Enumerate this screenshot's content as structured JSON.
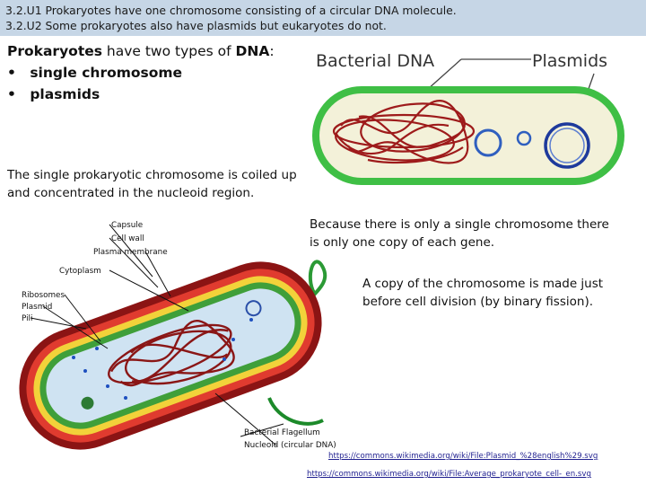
{
  "header": {
    "line1": "3.2.U1 Prokaryotes have one chromosome consisting of a circular DNA molecule.",
    "line2": "3.2.U2 Some prokaryotes also have plasmids but eukaryotes do not."
  },
  "intro": {
    "term": "Prokaryotes",
    "rest": " have two types of ",
    "dna": "DNA",
    "colon": ":",
    "bullet_char": "•",
    "bullets": [
      "single chromosome",
      "plasmids"
    ]
  },
  "figure1": {
    "label_dna": "Bacterial DNA",
    "label_plasmids": "Plasmids"
  },
  "figure2": {
    "labels": [
      "Capsule",
      "Cell wall",
      "Plasma membrane",
      "Cytoplasm",
      "Ribosomes",
      "Plasmid",
      "Pili",
      "Bacterial Flagellum",
      "Nucleoid (circular DNA)"
    ]
  },
  "text": {
    "coiled_line1": "The single prokaryotic chromosome is coiled up",
    "coiled_line2": "and concentrated in the nucleoid region.",
    "gene_line1": "Because there is only a single chromosome there",
    "gene_line2": "is only one copy of each gene.",
    "copy_line1": "A copy of the chromosome is made just",
    "copy_line2": "before cell division (by binary fission)."
  },
  "sources": [
    "https://commons.wikimedia.org/wiki/File:Plasmid_%28english%29.svg",
    "https://commons.wikimedia.org/wiki/File:Average_prokaryote_cell-_en.svg"
  ],
  "colors": {
    "header_bg": "#c6d6e6",
    "cell_green": "#3fbf45",
    "dna_red": "#9e1b1b",
    "plasmid_blue": "#1e3a9c"
  }
}
